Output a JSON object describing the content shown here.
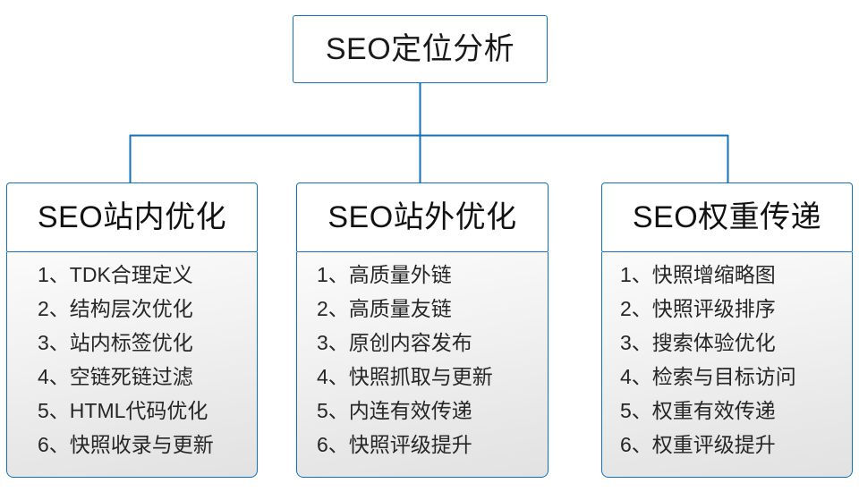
{
  "diagram": {
    "type": "org-tree",
    "root": {
      "label": "SEO定位分析"
    },
    "branches": [
      {
        "title": "SEO站内优化",
        "items": [
          "1、TDK合理定义",
          "2、结构层次优化",
          "3、站内标签优化",
          "4、空链死链过滤",
          "5、HTML代码优化",
          "6、快照收录与更新"
        ]
      },
      {
        "title": "SEO站外优化",
        "items": [
          "1、高质量外链",
          "2、高质量友链",
          "3、原创内容发布",
          "4、快照抓取与更新",
          "5、内连有效传递",
          "6、快照评级提升"
        ]
      },
      {
        "title": "SEO权重传递",
        "items": [
          "1、快照增缩略图",
          "2、快照评级排序",
          "3、搜索体验优化",
          "4、检索与目标访问",
          "5、权重有效传递",
          "6、权重评级提升"
        ]
      }
    ],
    "colors": {
      "border": "#1271b8",
      "connector": "#1271b8",
      "text": "#1a1a1a",
      "panel_top": "#fbfbfb",
      "panel_bottom": "#e2e2e2",
      "background": "#ffffff"
    }
  }
}
